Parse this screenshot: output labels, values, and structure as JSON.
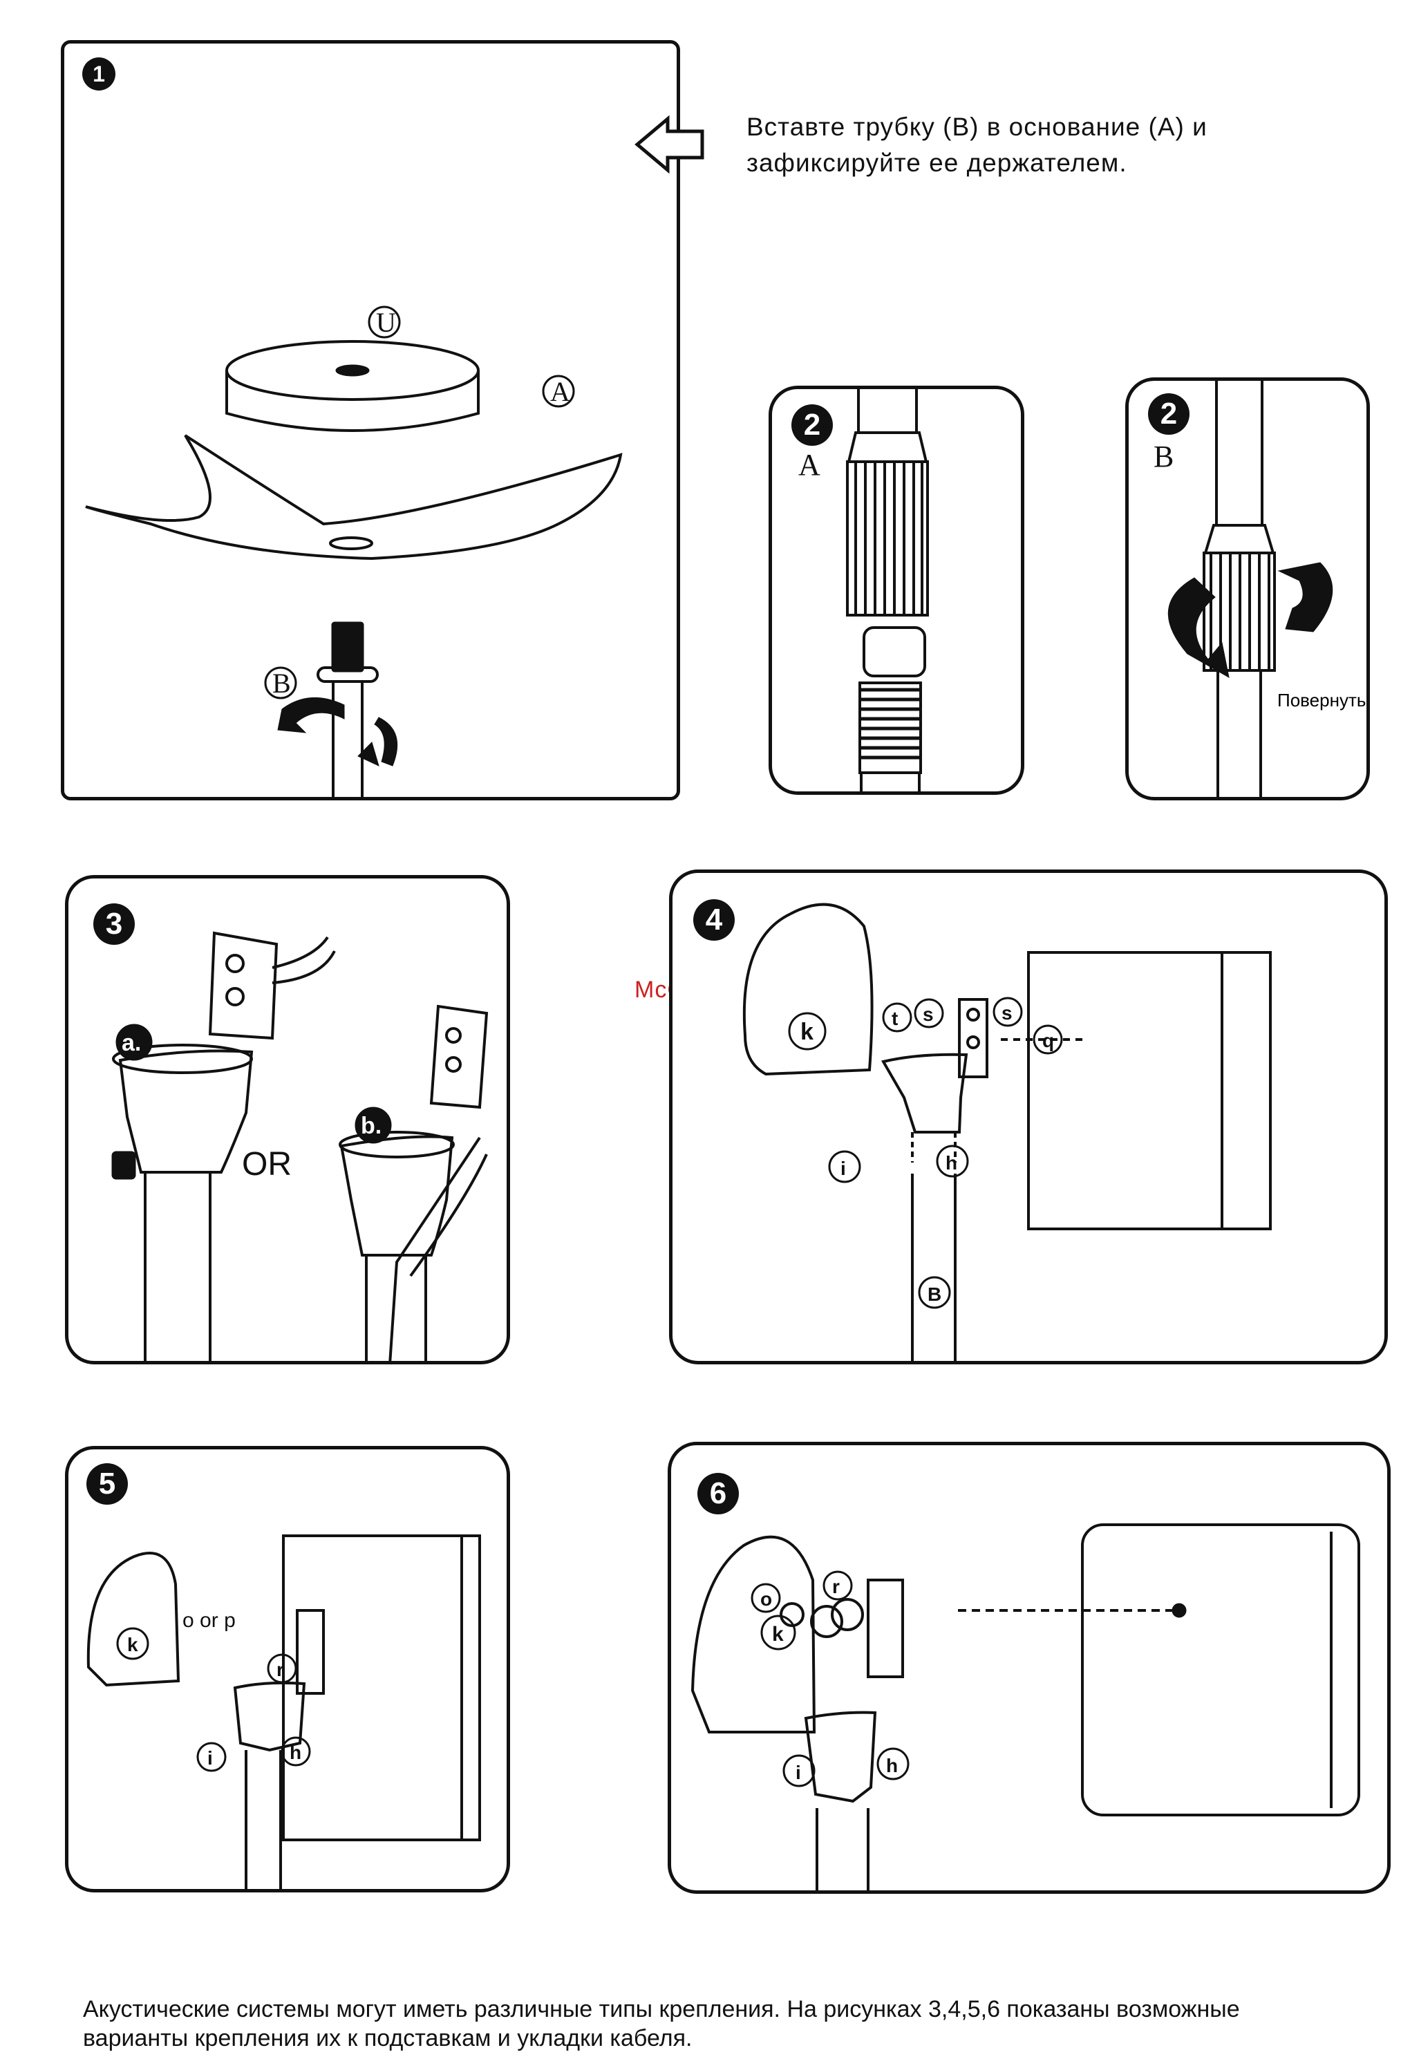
{
  "instruction": {
    "line1": "Вставте трубку (В) в основание (А) и",
    "line2": "зафиксируйте ее держателем."
  },
  "steps": {
    "step1": {
      "badge": "1",
      "label_base": "A",
      "label_tube": "B",
      "label_disk": "U"
    },
    "step2a": {
      "badge": "2",
      "sub": "A"
    },
    "step2b": {
      "badge": "2",
      "sub": "B",
      "turn_label": "Повернуть"
    },
    "step3": {
      "badge": "3",
      "a": "a.",
      "b": "b.",
      "or": "OR"
    },
    "step4": {
      "badge": "4",
      "parts": [
        "k",
        "t",
        "s",
        "s",
        "q",
        "i",
        "h",
        "B"
      ]
    },
    "step5": {
      "badge": "5",
      "parts": [
        "k",
        "o",
        "or",
        "p",
        "r",
        "i",
        "h"
      ]
    },
    "step6": {
      "badge": "6",
      "parts": [
        "k",
        "o",
        "r",
        "i",
        "h"
      ]
    }
  },
  "watermark": "McGrp.Ru",
  "footer": {
    "line1": "Акустические системы могут иметь различные типы крепления. На рисунках 3,4,5,6 показаны возможные",
    "line2": "варианты крепления их к подставкам и укладки кабеля."
  }
}
